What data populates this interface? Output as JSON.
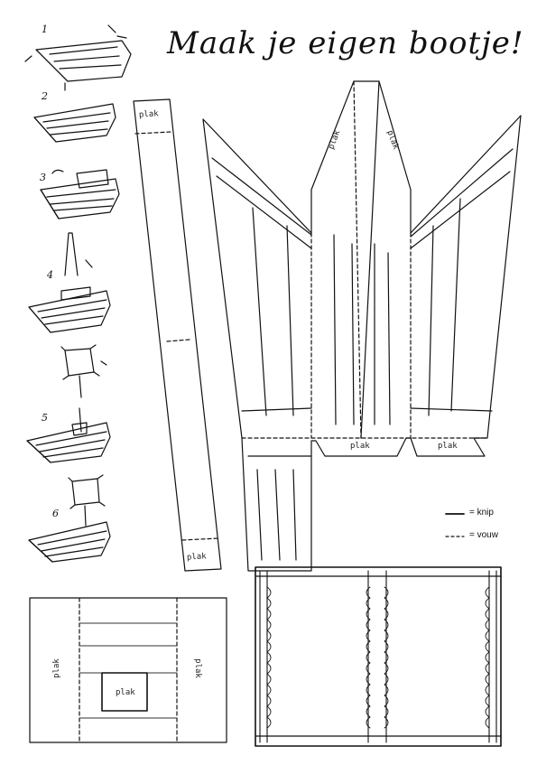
{
  "title": "Maak je eigen bootje!",
  "steps": [
    {
      "num": "1"
    },
    {
      "num": "2"
    },
    {
      "num": "3"
    },
    {
      "num": "4"
    },
    {
      "num": "5"
    },
    {
      "num": "6"
    }
  ],
  "glue_label": "plak",
  "legend": {
    "cut_label": "= knip",
    "fold_label": "= vouw"
  }
}
